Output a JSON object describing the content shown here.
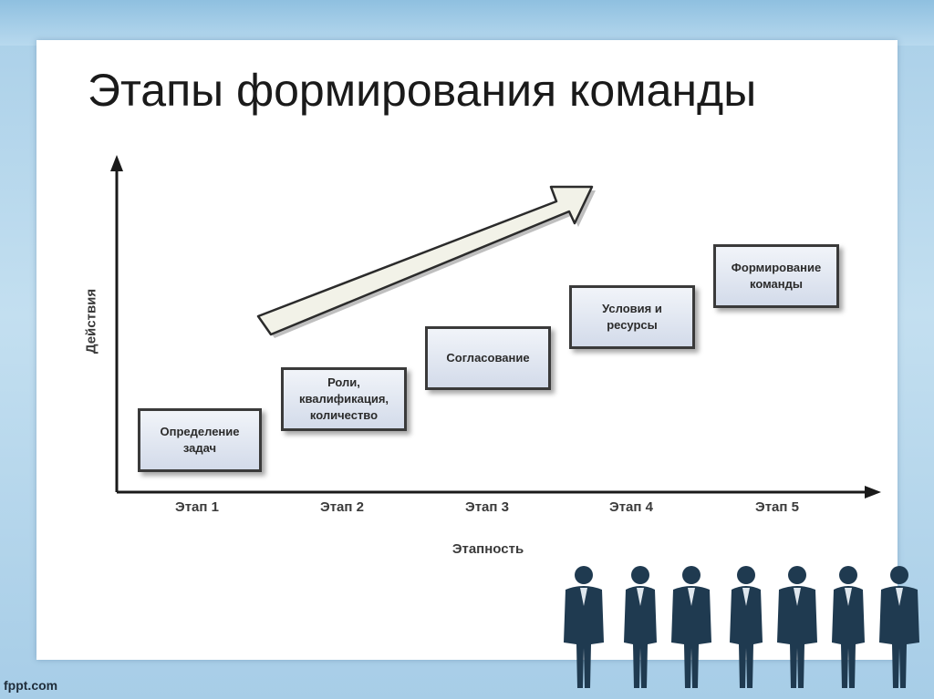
{
  "slide": {
    "title": "Этапы формирования команды"
  },
  "diagram": {
    "y_axis_label": "Действия",
    "x_axis_label": "Этапность",
    "stages": [
      "Этап 1",
      "Этап 2",
      "Этап 3",
      "Этап 4",
      "Этап 5"
    ],
    "boxes": [
      "Определение\nзадач",
      "Роли,\nквалификация,\nколичество",
      "Согласование",
      "Условия и\nресурсы",
      "Формирование\nкоманды"
    ]
  },
  "footer": {
    "logo_text": "fppt.com"
  },
  "decoration": {
    "people_count": 7,
    "people_color": "#1f3a50"
  }
}
